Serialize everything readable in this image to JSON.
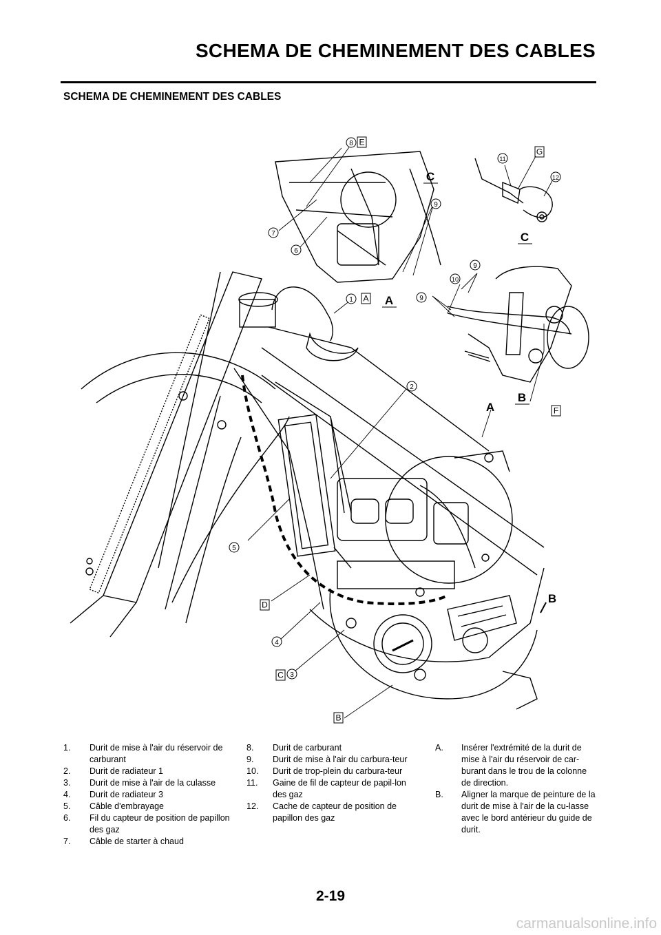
{
  "header": {
    "title": "SCHEMA DE CHEMINEMENT DES CABLES"
  },
  "section": {
    "title": "SCHEMA DE CHEMINEMENT DES CABLES"
  },
  "diagram": {
    "callouts": {
      "c1": "1",
      "c2": "2",
      "c3": "3",
      "c4": "4",
      "c5": "5",
      "c6": "6",
      "c7": "7",
      "c8": "8",
      "c9a": "9",
      "c9b": "9",
      "c9c": "9",
      "c10": "10",
      "c11": "11",
      "c12": "12"
    },
    "boxes": {
      "a": "A",
      "b": "B",
      "c": "C",
      "d": "D",
      "e": "E",
      "f": "F",
      "g": "G"
    },
    "views": {
      "a1": "A",
      "a2": "A",
      "b1": "B",
      "b2": "B",
      "c1": "C",
      "c2": "C"
    }
  },
  "legend": {
    "items": [
      {
        "num": "1.",
        "text": "Durit de mise à l'air du réservoir de carburant"
      },
      {
        "num": "2.",
        "text": "Durit de radiateur 1"
      },
      {
        "num": "3.",
        "text": "Durit de mise à l'air de la culasse"
      },
      {
        "num": "4.",
        "text": "Durit de radiateur 3"
      },
      {
        "num": "5.",
        "text": "Câble d'embrayage"
      },
      {
        "num": "6.",
        "text": "Fil du capteur de position de papillon des gaz"
      },
      {
        "num": "7.",
        "text": "Câble de starter à chaud"
      },
      {
        "num": "8.",
        "text": "Durit de carburant"
      },
      {
        "num": "9.",
        "text": "Durit de mise à l'air du carbura-teur"
      },
      {
        "num": "10.",
        "text": "Durit de trop-plein du carbura-teur"
      },
      {
        "num": "11.",
        "text": "Gaine de fil de capteur de papil-lon des gaz"
      },
      {
        "num": "12.",
        "text": "Cache de capteur de position de papillon des gaz"
      }
    ],
    "notes": [
      {
        "num": "A.",
        "text": "Insérer l'extrémité de la durit de mise à l'air du réservoir de car-burant dans le trou de la colonne de direction."
      },
      {
        "num": "B.",
        "text": "Aligner la marque de peinture de la durit de mise à l'air de la cu-lasse avec le bord antérieur du guide de durit."
      }
    ]
  },
  "footer": {
    "page_number": "2-19",
    "watermark": "carmanualsonline.info"
  }
}
